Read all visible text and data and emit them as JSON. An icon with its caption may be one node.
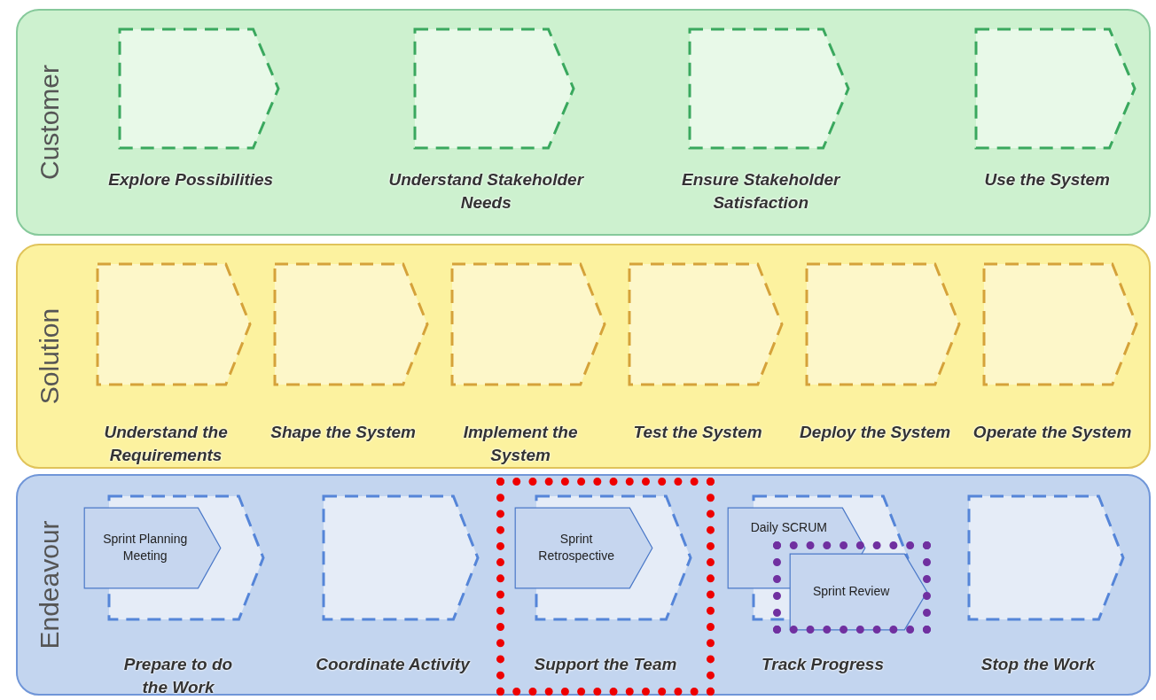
{
  "diagram": {
    "nodes": [
      {
        "text": [
          "Customer"
        ]
      },
      {
        "text": [
          "Explore Possibilities"
        ],
        "in": 0
      },
      {
        "text": [
          "Understand Stakeholder Needs"
        ],
        "in": 0
      },
      {
        "text": [
          "Ensure Stakeholder Satisfaction"
        ],
        "in": 0
      },
      {
        "text": [
          "Use the System"
        ],
        "in": 0
      },
      {
        "text": [
          "Solution"
        ]
      },
      {
        "text": [
          "Understand the Requirements"
        ],
        "in": 5
      },
      {
        "text": [
          "Shape the System"
        ],
        "in": 5
      },
      {
        "text": [
          "Implement the System"
        ],
        "in": 5
      },
      {
        "text": [
          "Test the System"
        ],
        "in": 5
      },
      {
        "text": [
          "Deploy the System"
        ],
        "in": 5
      },
      {
        "text": [
          "Operate the System"
        ],
        "in": 5
      },
      {
        "text": [
          "Endeavour"
        ]
      },
      {
        "text": [
          "Prepare to do the Work"
        ],
        "in": 12
      },
      {
        "text": [
          "Coordinate Activity"
        ],
        "in": 12
      },
      {
        "text": [
          "Support the Team"
        ],
        "in": 12
      },
      {
        "text": [
          "Track Progress"
        ],
        "in": 12
      },
      {
        "text": [
          "Stop the Work"
        ],
        "in": 12
      },
      {
        "text": [
          "Sprint Planning Meeting"
        ],
        "in": 12
      },
      {
        "text": [
          "Sprint Retrospective"
        ],
        "in": 12
      },
      {
        "text": [
          "Daily SCRUM"
        ],
        "in": 12
      },
      {
        "text": [
          "Sprint Review"
        ],
        "in": 12
      }
    ]
  }
}
